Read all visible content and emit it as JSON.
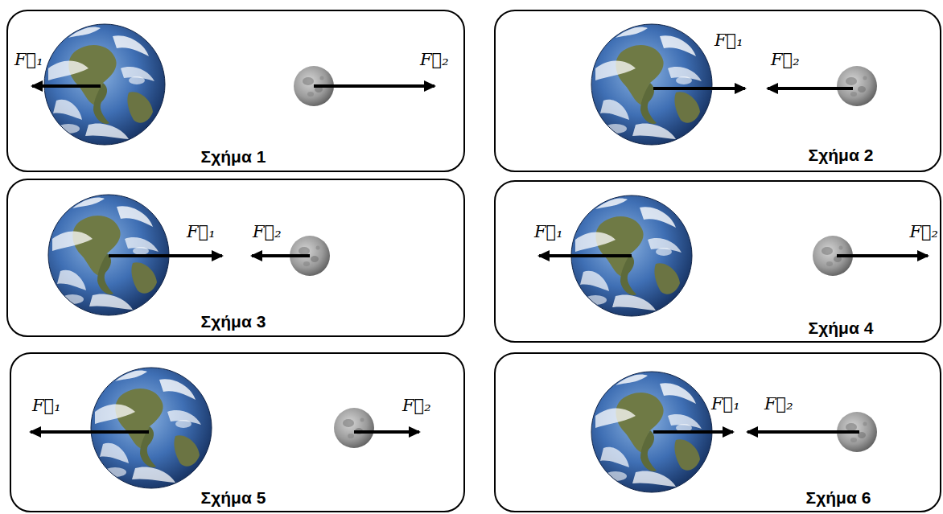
{
  "diagram": {
    "nodes": [
      {
        "text": [
          "Σχήμα 1"
        ]
      },
      {
        "text": [
          "Σχήμα 2"
        ]
      },
      {
        "text": [
          "Σχήμα 3"
        ]
      },
      {
        "text": [
          "Σχήμα 4"
        ]
      },
      {
        "text": [
          "Σχήμα 5"
        ]
      },
      {
        "text": [
          "Σχήμα 6"
        ]
      }
    ],
    "labels": [
      "F⃗₁",
      "F⃗₂",
      "F⃗₁",
      "F⃗₂",
      "F⃗₁",
      "F⃗₂",
      "F⃗₁",
      "F⃗₂",
      "F⃗₁",
      "F⃗₂",
      "F⃗₁",
      "F⃗₂"
    ]
  }
}
